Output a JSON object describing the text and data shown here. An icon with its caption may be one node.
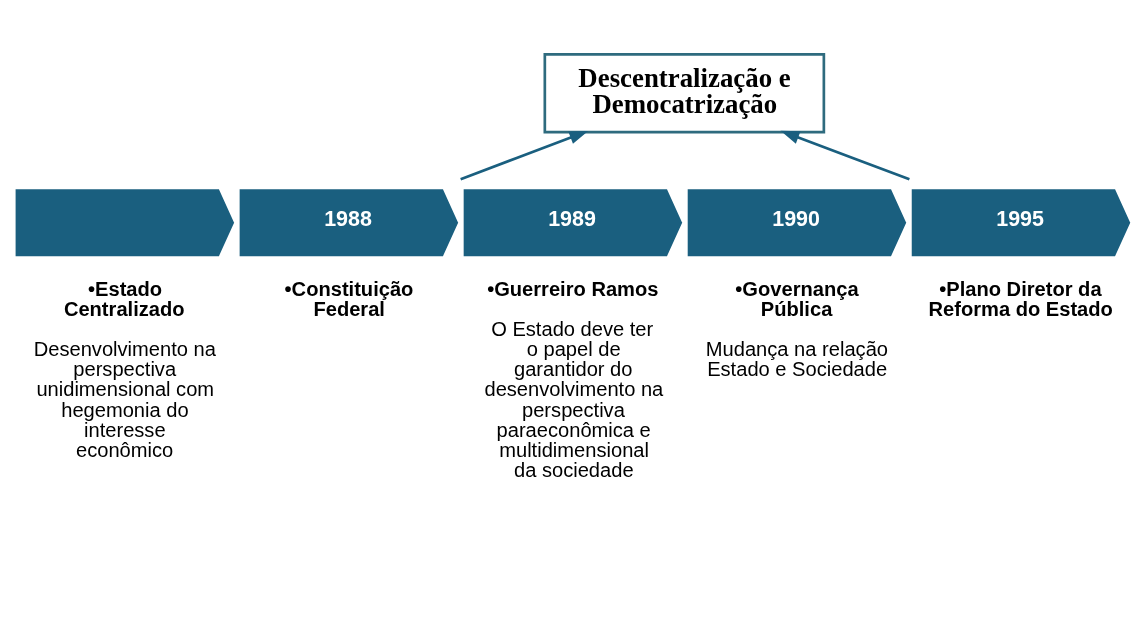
{
  "diagram": {
    "nodes": [
      {
        "text": [
          "Descentralização e Democatrização"
        ]
      },
      {
        "text": [],
        "shape": "chevron",
        "beside": [
          "•Estado Centralizado",
          "Desenvolvimento na perspectiva unidimensional com hegemonia do interesse econômico"
        ]
      },
      {
        "text": [
          "1988"
        ],
        "beside": [
          "•Constituição Federal"
        ]
      },
      {
        "text": [
          "1989"
        ],
        "beside": [
          "•Guerreiro Ramos",
          "O Estado deve ter o papel de garantidor do desenvolvimento na perspectiva paraeconômica e multidimensional da sociedade"
        ]
      },
      {
        "text": [
          "1990"
        ],
        "beside": [
          "•Governança Pública",
          "Mudança na relação Estado e Sociedade"
        ]
      },
      {
        "text": [
          "1995"
        ],
        "beside": [
          "•Plano Diretor da Reforma do Estado"
        ]
      }
    ],
    "edges": [
      {
        "from": 2,
        "to": 0,
        "arrow": "to"
      },
      {
        "from": 5,
        "to": 0,
        "arrow": "to"
      }
    ]
  }
}
